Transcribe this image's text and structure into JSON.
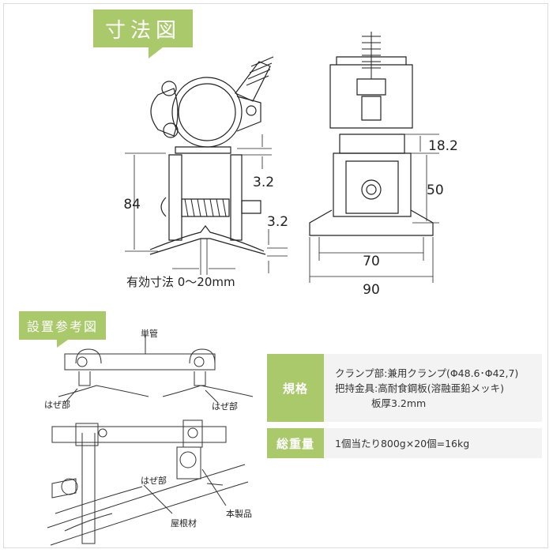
{
  "title": "寸法図",
  "install_title": "設置参考図",
  "dimensions": {
    "d84": "84",
    "d3_2a": "3.2",
    "d3_2b": "3.2",
    "effective": "有効寸法 0〜20mm",
    "d18_2": "18.2",
    "d50": "50",
    "d70": "70",
    "d90": "90"
  },
  "install_labels": {
    "tankan": "単管",
    "haze1": "はぜ部",
    "haze2": "はぜ部",
    "haze3": "はぜ部",
    "product": "本製品",
    "roof": "屋根材"
  },
  "spec": {
    "row1_head": "規格",
    "row1_line1": "クランプ部:兼用クランプ(Φ48.6･Φ42,7)",
    "row1_line2": "把持金具:高耐食鋼板(溶融亜鉛メッキ)",
    "row1_line3": "板厚3.2mm",
    "row2_head": "総重量",
    "row2_line1": "1個当たり800g×20個=16kg"
  },
  "colors": {
    "accent": "#a9c96b",
    "panel": "#f3f3f3"
  }
}
